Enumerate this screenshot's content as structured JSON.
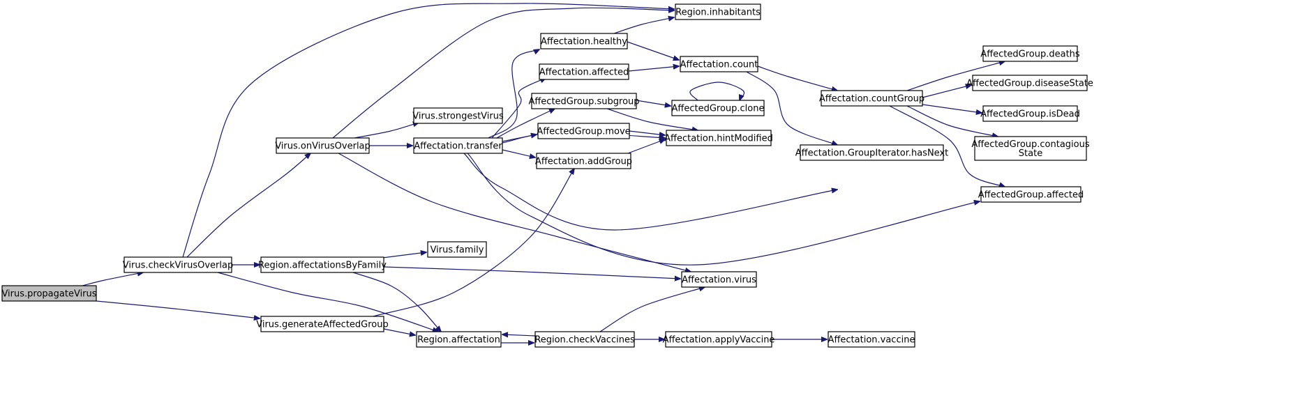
{
  "nodes": {
    "propagate": {
      "label": [
        "Virus.propagateVirus"
      ],
      "root": true
    },
    "checkOverlap": {
      "label": [
        "Virus.checkVirusOverlap"
      ]
    },
    "onOverlap": {
      "label": [
        "Virus.onVirusOverlap"
      ]
    },
    "affByFamily": {
      "label": [
        "Region.affectationsByFamily"
      ]
    },
    "genAffGroup": {
      "label": [
        "Virus.generateAffectedGroup"
      ]
    },
    "strongest": {
      "label": [
        "Virus.strongestVirus"
      ]
    },
    "transfer": {
      "label": [
        "Affectation.transfer"
      ]
    },
    "family": {
      "label": [
        "Virus.family"
      ]
    },
    "regAffect": {
      "label": [
        "Region.affectation"
      ]
    },
    "checkVacc": {
      "label": [
        "Region.checkVaccines"
      ]
    },
    "healthy": {
      "label": [
        "Affectation.healthy"
      ]
    },
    "affected": {
      "label": [
        "Affectation.affected"
      ]
    },
    "subgroup": {
      "label": [
        "AffectedGroup.subgroup"
      ]
    },
    "move": {
      "label": [
        "AffectedGroup.move"
      ]
    },
    "addGroup": {
      "label": [
        "Affectation.addGroup"
      ]
    },
    "inhabitants": {
      "label": [
        "Region.inhabitants"
      ]
    },
    "count": {
      "label": [
        "Affectation.count"
      ]
    },
    "clone": {
      "label": [
        "AffectedGroup.clone"
      ]
    },
    "hintMod": {
      "label": [
        "Affectation.hintModified"
      ]
    },
    "virus": {
      "label": [
        "Affectation.virus"
      ]
    },
    "applyVacc": {
      "label": [
        "Affectation.applyVaccine"
      ]
    },
    "countGroup": {
      "label": [
        "Affectation.countGroup"
      ]
    },
    "hasNext": {
      "label": [
        "Affectation.GroupIterator.hasNext"
      ]
    },
    "vaccine": {
      "label": [
        "Affectation.vaccine"
      ]
    },
    "deaths": {
      "label": [
        "AffectedGroup.deaths"
      ]
    },
    "diseaseState": {
      "label": [
        "AffectedGroup.diseaseState"
      ]
    },
    "isDead": {
      "label": [
        "AffectedGroup.isDead"
      ]
    },
    "contagious": {
      "label": [
        "AffectedGroup.contagious",
        "State"
      ]
    },
    "grpAffected": {
      "label": [
        "AffectedGroup.affected"
      ]
    }
  },
  "edges": [
    [
      "propagate",
      "checkOverlap"
    ],
    [
      "propagate",
      "genAffGroup"
    ],
    [
      "checkOverlap",
      "inhabitants"
    ],
    [
      "checkOverlap",
      "onOverlap"
    ],
    [
      "checkOverlap",
      "affByFamily"
    ],
    [
      "checkOverlap",
      "regAffect"
    ],
    [
      "onOverlap",
      "inhabitants"
    ],
    [
      "onOverlap",
      "strongest"
    ],
    [
      "onOverlap",
      "transfer"
    ],
    [
      "onOverlap",
      "virus"
    ],
    [
      "affByFamily",
      "family"
    ],
    [
      "affByFamily",
      "virus"
    ],
    [
      "affByFamily",
      "regAffect"
    ],
    [
      "genAffGroup",
      "addGroup"
    ],
    [
      "genAffGroup",
      "regAffect"
    ],
    [
      "transfer",
      "healthy"
    ],
    [
      "transfer",
      "affected"
    ],
    [
      "transfer",
      "subgroup"
    ],
    [
      "transfer",
      "move"
    ],
    [
      "transfer",
      "hintMod"
    ],
    [
      "transfer",
      "addGroup"
    ],
    [
      "transfer",
      "hasNext"
    ],
    [
      "transfer",
      "grpAffected"
    ],
    [
      "healthy",
      "inhabitants"
    ],
    [
      "healthy",
      "count"
    ],
    [
      "affected",
      "count"
    ],
    [
      "subgroup",
      "clone"
    ],
    [
      "subgroup",
      "hintMod"
    ],
    [
      "move",
      "hintMod"
    ],
    [
      "addGroup",
      "hintMod"
    ],
    [
      "clone",
      "clone"
    ],
    [
      "count",
      "countGroup"
    ],
    [
      "count",
      "hasNext"
    ],
    [
      "countGroup",
      "deaths"
    ],
    [
      "countGroup",
      "diseaseState"
    ],
    [
      "countGroup",
      "isDead"
    ],
    [
      "countGroup",
      "contagious"
    ],
    [
      "countGroup",
      "grpAffected"
    ],
    [
      "regAffect",
      "checkVacc"
    ],
    [
      "checkVacc",
      "regAffect"
    ],
    [
      "checkVacc",
      "virus"
    ],
    [
      "checkVacc",
      "applyVacc"
    ],
    [
      "applyVacc",
      "vaccine"
    ]
  ]
}
